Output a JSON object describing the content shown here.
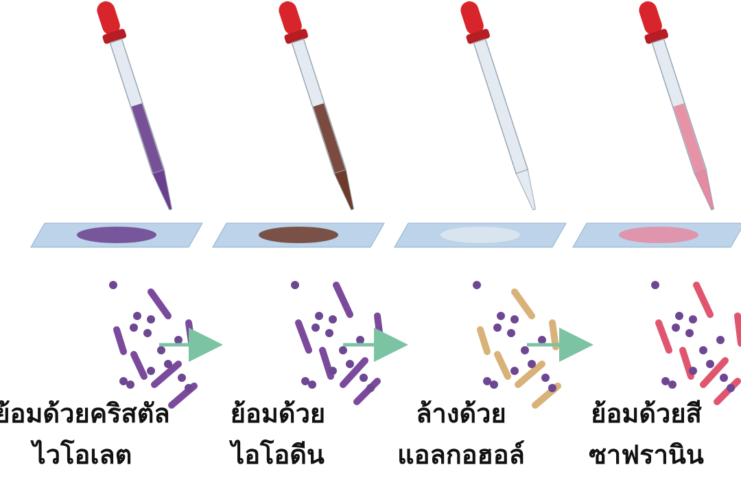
{
  "steps": [
    {
      "line1": "ย้อมด้วยคริสตัล",
      "line2": "ไวโอเลต",
      "stain_color": "#6b3f8e",
      "bacteria_rod_color": "#7b4a9c",
      "bacteria_coccus_color": "#6e4793"
    },
    {
      "line1": "ย้อมด้วย",
      "line2": "ไอโอดีน",
      "stain_color": "#6e3a2a",
      "bacteria_rod_color": "#7b4a9c",
      "bacteria_coccus_color": "#6e4793"
    },
    {
      "line1": "ล้างด้วย",
      "line2": "แอลกอฮอล์",
      "stain_color": "#dde6ee",
      "bacteria_rod_color": "#d9b27a",
      "bacteria_coccus_color": "#6e4793"
    },
    {
      "line1": "ย้อมด้วยสี",
      "line2": "ซาฟรานิน",
      "stain_color": "#e58aa0",
      "bacteria_rod_color": "#e0566f",
      "bacteria_coccus_color": "#6e4793"
    }
  ],
  "colors": {
    "bulb": "#d8252b",
    "arrow": "#7cc3a3",
    "slide": "#bcd3ea",
    "tube": "#e3eaf1"
  },
  "icons": [
    "dropper-icon",
    "slide-icon",
    "bacteria-icon",
    "arrow-right-icon"
  ]
}
